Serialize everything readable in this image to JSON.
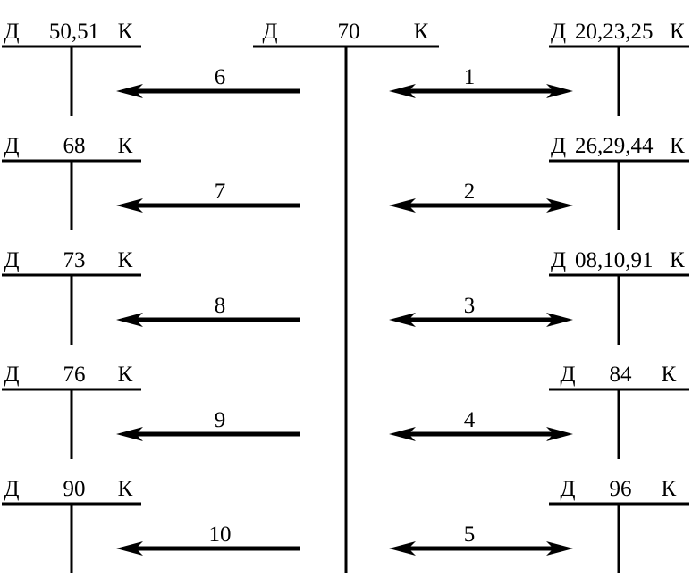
{
  "center_account": {
    "debit": "Д",
    "number": "70",
    "credit": "К"
  },
  "left_accounts": [
    {
      "debit": "Д",
      "number": "50,51",
      "credit": "К",
      "arrow_label": "6"
    },
    {
      "debit": "Д",
      "number": "68",
      "credit": "К",
      "arrow_label": "7"
    },
    {
      "debit": "Д",
      "number": "73",
      "credit": "К",
      "arrow_label": "8"
    },
    {
      "debit": "Д",
      "number": "76",
      "credit": "К",
      "arrow_label": "9"
    },
    {
      "debit": "Д",
      "number": "90",
      "credit": "К",
      "arrow_label": "10"
    }
  ],
  "right_accounts": [
    {
      "debit": "Д",
      "number": "20,23,25",
      "credit": "К",
      "arrow_label": "1"
    },
    {
      "debit": "Д",
      "number": "26,29,44",
      "credit": "К",
      "arrow_label": "2"
    },
    {
      "debit": "Д",
      "number": "08,10,91",
      "credit": "К",
      "arrow_label": "3"
    },
    {
      "debit": "Д",
      "number": "84",
      "credit": "К",
      "arrow_label": "4"
    },
    {
      "debit": "Д",
      "number": "96",
      "credit": "К",
      "arrow_label": "5"
    }
  ]
}
